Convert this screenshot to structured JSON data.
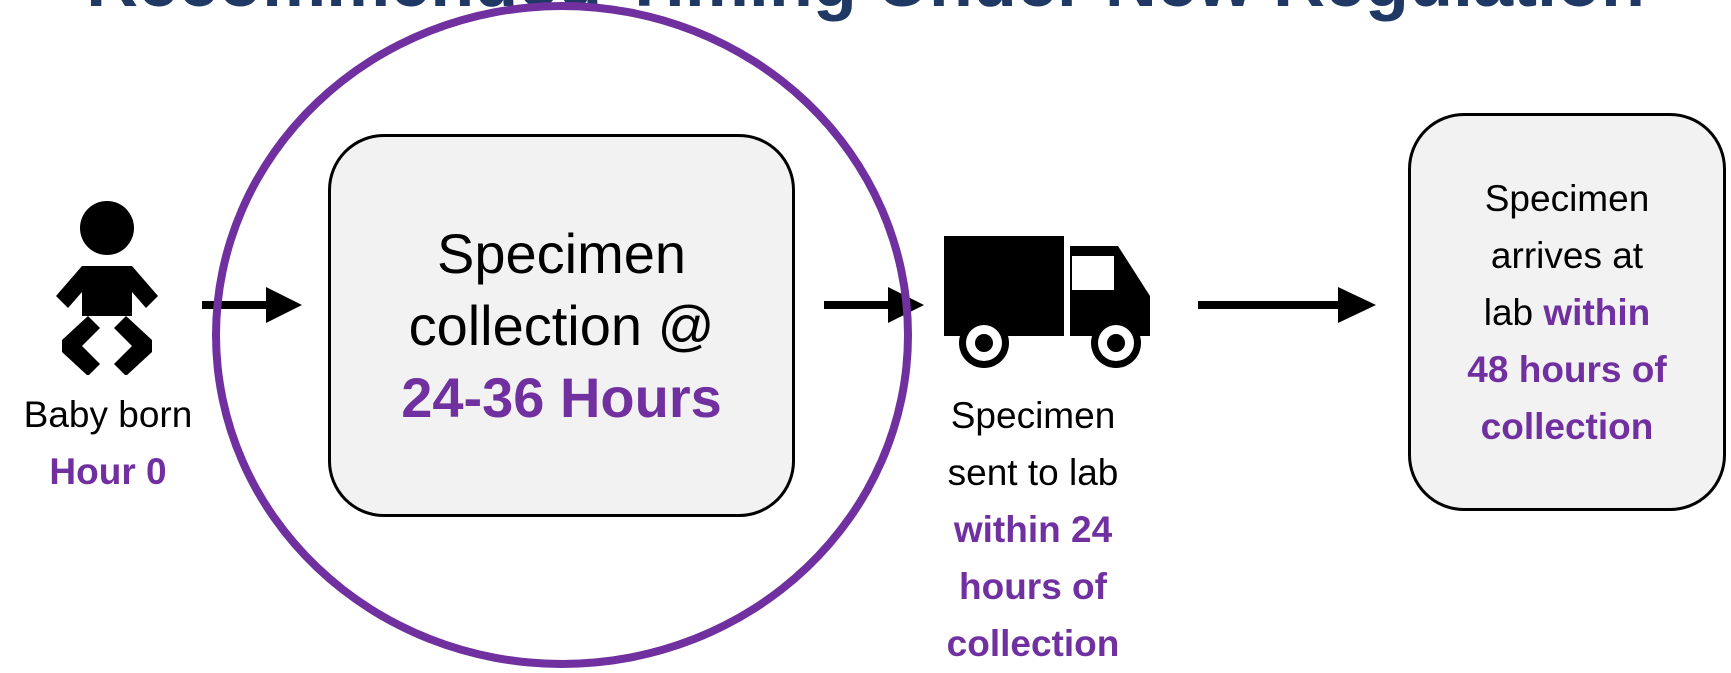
{
  "title": "Recommended Timing Under New Regulation",
  "colors": {
    "title": "#1f3864",
    "accent_purple": "#7030a0",
    "box_fill": "#f2f2f2",
    "outline": "#000000"
  },
  "icons": [
    "baby-icon",
    "truck-icon",
    "right-arrow-icon"
  ],
  "steps": {
    "baby": {
      "label": "Baby born",
      "highlight": "Hour 0"
    },
    "collection": {
      "line1": "Specimen",
      "line2": "collection @",
      "highlight": "24-36 Hours"
    },
    "transport": {
      "line1": "Specimen",
      "line2": "sent to lab",
      "highlight1": "within 24",
      "highlight2": "hours of",
      "highlight3": "collection"
    },
    "arrival": {
      "line1": "Specimen",
      "line2": "arrives at",
      "line3_prefix": "lab",
      "highlight1": "within",
      "highlight2": "48 hours of",
      "highlight3": "collection"
    }
  }
}
